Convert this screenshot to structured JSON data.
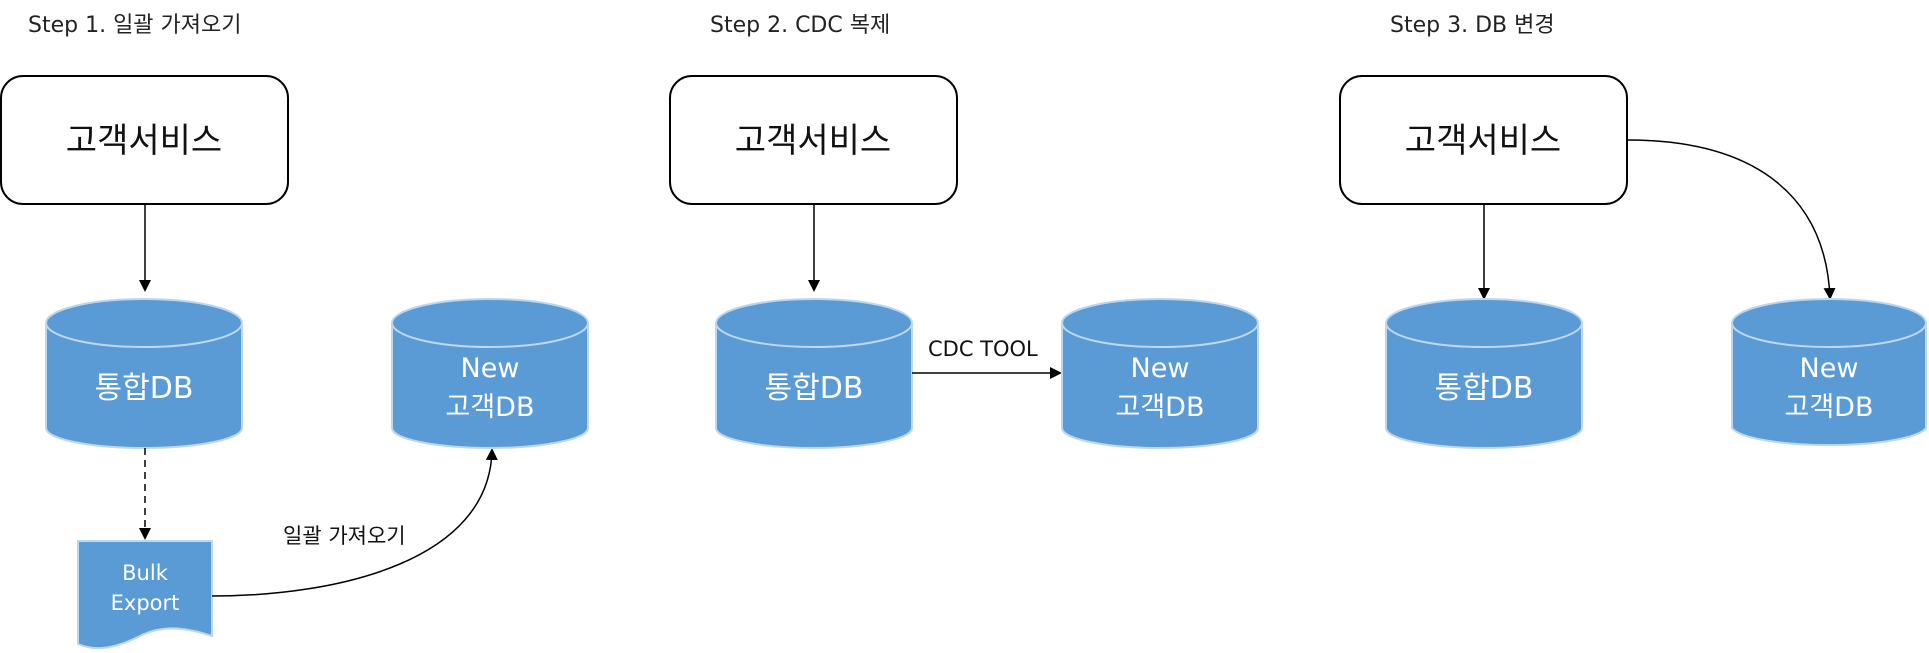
{
  "steps": [
    {
      "title": "Step 1. 일괄 가져오기",
      "service": "고객서비스",
      "source_db": "통합DB",
      "target_db": [
        "New",
        "고객DB"
      ],
      "export_doc": [
        "Bulk",
        "Export"
      ],
      "edge_label": "일괄 가져오기"
    },
    {
      "title": "Step 2. CDC 복제",
      "service": "고객서비스",
      "source_db": "통합DB",
      "target_db": [
        "New",
        "고객DB"
      ],
      "edge_label": "CDC TOOL"
    },
    {
      "title": "Step 3. DB 변경",
      "service": "고객서비스",
      "source_db": "통합DB",
      "target_db": [
        "New",
        "고객DB"
      ]
    }
  ],
  "colors": {
    "db_fill": "#5b9bd5",
    "db_stroke": "#bdd7ee",
    "service_stroke": "#000000",
    "arrow": "#000000"
  }
}
